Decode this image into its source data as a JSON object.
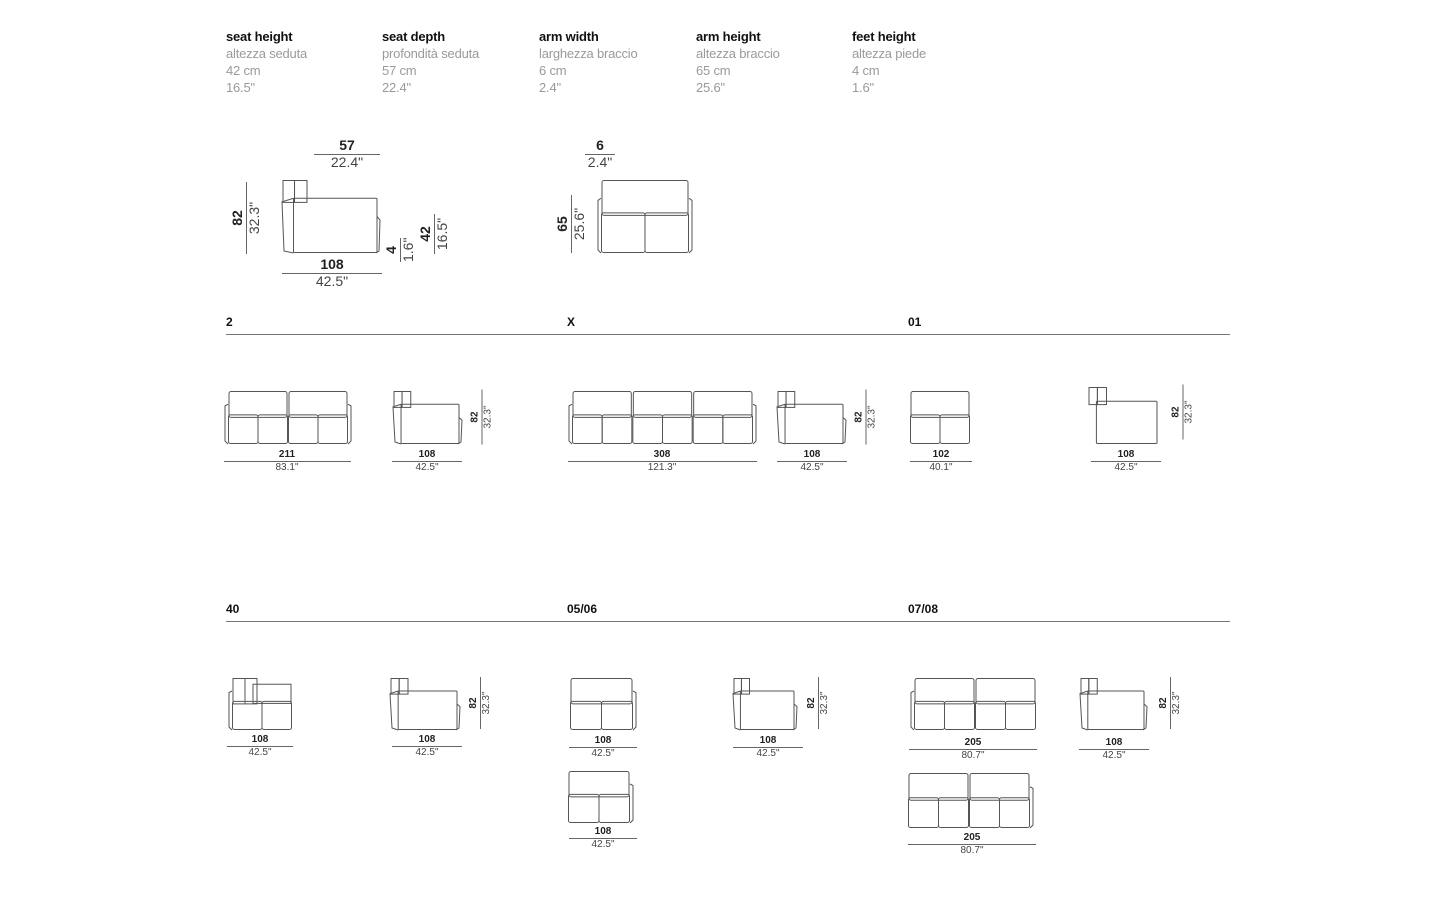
{
  "specs": [
    {
      "label": "seat height",
      "italian": "altezza seduta",
      "cm": "42 cm",
      "inch": "16.5\""
    },
    {
      "label": "seat depth",
      "italian": "profondità seduta",
      "cm": "57 cm",
      "inch": "22.4\""
    },
    {
      "label": "arm width",
      "italian": "larghezza braccio",
      "cm": "6 cm",
      "inch": "2.4\""
    },
    {
      "label": "arm height",
      "italian": "altezza braccio",
      "cm": "65 cm",
      "inch": "25.6\""
    },
    {
      "label": "feet height",
      "italian": "altezza piede",
      "cm": "4 cm",
      "inch": "1.6\""
    }
  ],
  "top_views": {
    "side": {
      "depth": {
        "w": "57",
        "w_in": "22.4\""
      },
      "height": {
        "w": "82",
        "w_in": "32.3\""
      },
      "width": {
        "w": "108",
        "w_in": "42.5\""
      },
      "feet": {
        "w": "4",
        "w_in": "1.6\""
      },
      "seat": {
        "w": "42",
        "w_in": "16.5\""
      }
    },
    "front": {
      "arm_width": {
        "w": "6",
        "w_in": "2.4\""
      },
      "arm_height": {
        "w": "65",
        "w_in": "25.6\""
      }
    }
  },
  "sections": [
    {
      "title": "2",
      "items": [
        {
          "w": "211",
          "w_in": "83.1\""
        },
        {
          "w": "108",
          "w_in": "42.5\"",
          "h": {
            "w": "82",
            "w_in": "32.3\""
          }
        }
      ]
    },
    {
      "title": "X",
      "items": [
        {
          "w": "308",
          "w_in": "121.3\""
        },
        {
          "w": "108",
          "w_in": "42.5\"",
          "h": {
            "w": "82",
            "w_in": "32.3\""
          }
        }
      ]
    },
    {
      "title": "01",
      "items": [
        {
          "w": "102",
          "w_in": "40.1\""
        },
        {
          "w": "108",
          "w_in": "42.5\"",
          "h": {
            "w": "82",
            "w_in": "32.3\""
          }
        }
      ]
    },
    {
      "title": "40",
      "items": [
        {
          "w": "108",
          "w_in": "42.5\""
        },
        {
          "w": "108",
          "w_in": "42.5\"",
          "h": {
            "w": "82",
            "w_in": "32.3\""
          }
        }
      ]
    },
    {
      "title": "05/06",
      "items": [
        {
          "w": "108",
          "w_in": "42.5\""
        },
        {
          "w": "108",
          "w_in": "42.5\""
        },
        {
          "w": "108",
          "w_in": "42.5\"",
          "h": {
            "w": "82",
            "w_in": "32.3\""
          }
        }
      ]
    },
    {
      "title": "07/08",
      "items": [
        {
          "w": "205",
          "w_in": "80.7\""
        },
        {
          "w": "205",
          "w_in": "80.7\""
        },
        {
          "w": "108",
          "w_in": "42.5\"",
          "h": {
            "w": "82",
            "w_in": "32.3\""
          }
        }
      ]
    }
  ]
}
